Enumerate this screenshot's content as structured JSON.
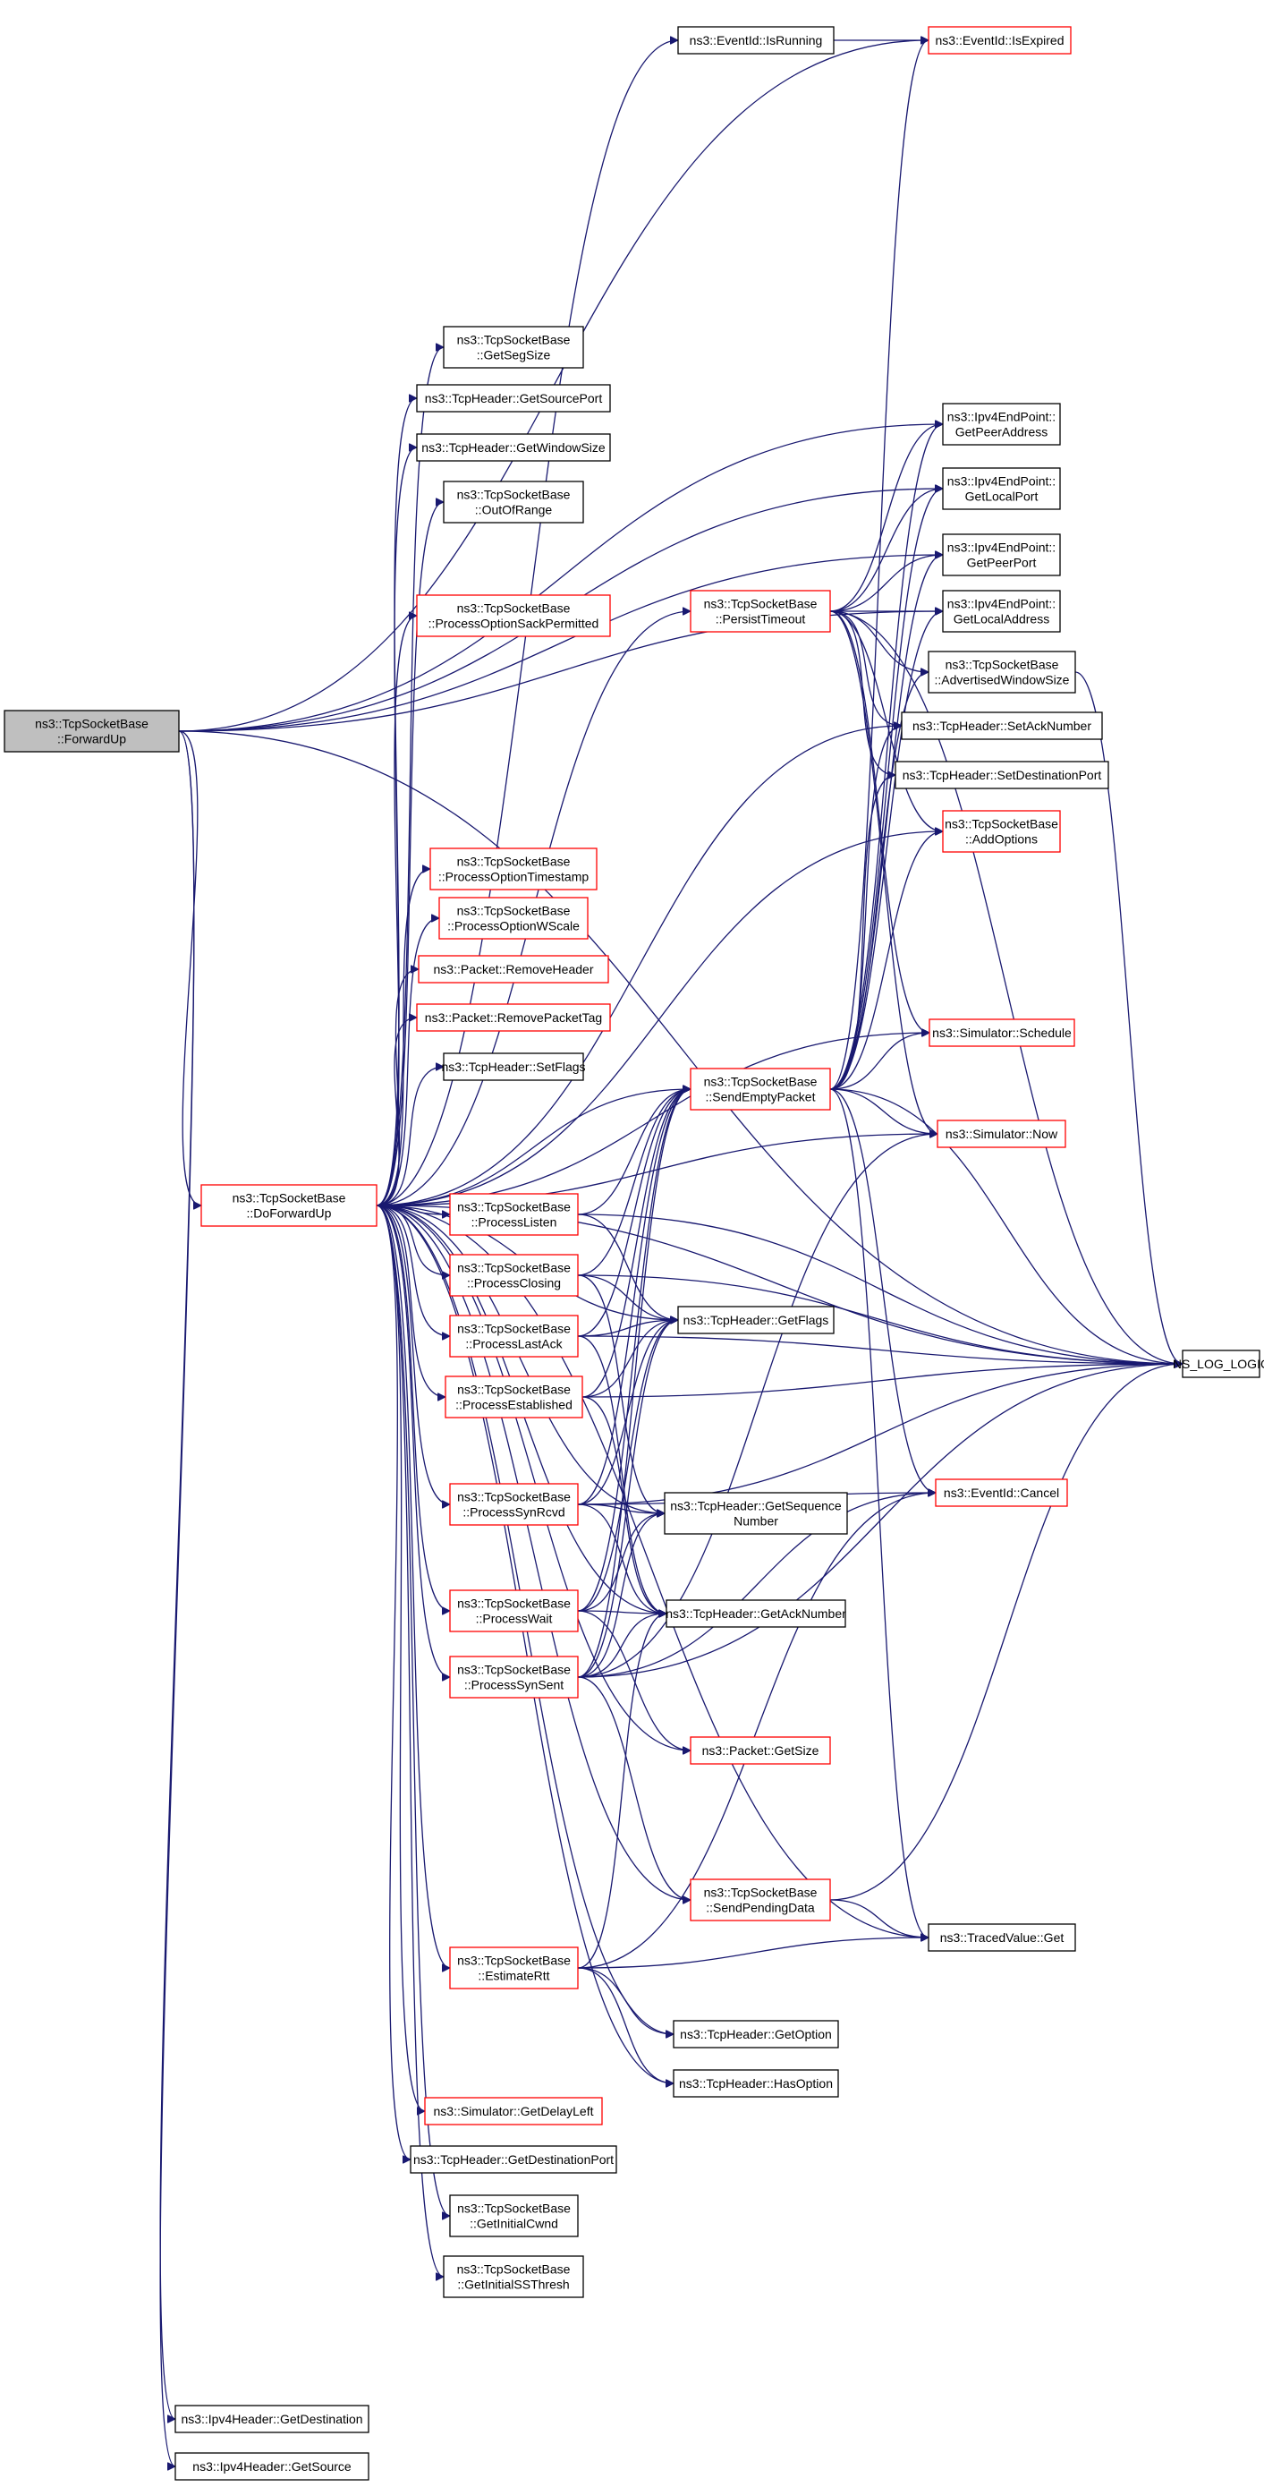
{
  "colors": {
    "edge": "#191970",
    "black_border": "#000000",
    "red_border": "#ff0000",
    "root_fill": "#bfbfbf"
  },
  "nodes": [
    {
      "id": "forwardup",
      "lines": [
        "ns3::TcpSocketBase",
        "::ForwardUp"
      ],
      "style": "root"
    },
    {
      "id": "doforwardup",
      "lines": [
        "ns3::TcpSocketBase",
        "::DoForwardUp"
      ],
      "style": "red"
    },
    {
      "id": "ipv4getdest",
      "lines": [
        "ns3::Ipv4Header::GetDestination"
      ],
      "style": "black"
    },
    {
      "id": "ipv4getsource",
      "lines": [
        "ns3::Ipv4Header::GetSource"
      ],
      "style": "black"
    },
    {
      "id": "isrunning",
      "lines": [
        "ns3::EventId::IsRunning"
      ],
      "style": "black"
    },
    {
      "id": "isexpired",
      "lines": [
        "ns3::EventId::IsExpired"
      ],
      "style": "red"
    },
    {
      "id": "getsegsize",
      "lines": [
        "ns3::TcpSocketBase",
        "::GetSegSize"
      ],
      "style": "black"
    },
    {
      "id": "getsourceport",
      "lines": [
        "ns3::TcpHeader::GetSourcePort"
      ],
      "style": "black"
    },
    {
      "id": "getwindowsize",
      "lines": [
        "ns3::TcpHeader::GetWindowSize"
      ],
      "style": "black"
    },
    {
      "id": "outofrange",
      "lines": [
        "ns3::TcpSocketBase",
        "::OutOfRange"
      ],
      "style": "black"
    },
    {
      "id": "sackpermitted",
      "lines": [
        "ns3::TcpSocketBase",
        "::ProcessOptionSackPermitted"
      ],
      "style": "red"
    },
    {
      "id": "persisttimeout",
      "lines": [
        "ns3::TcpSocketBase",
        "::PersistTimeout"
      ],
      "style": "red"
    },
    {
      "id": "getpeeraddress",
      "lines": [
        "ns3::Ipv4EndPoint::",
        "GetPeerAddress"
      ],
      "style": "black"
    },
    {
      "id": "getlocalport",
      "lines": [
        "ns3::Ipv4EndPoint::",
        "GetLocalPort"
      ],
      "style": "black"
    },
    {
      "id": "getpeerport",
      "lines": [
        "ns3::Ipv4EndPoint::",
        "GetPeerPort"
      ],
      "style": "black"
    },
    {
      "id": "getlocaladdress",
      "lines": [
        "ns3::Ipv4EndPoint::",
        "GetLocalAddress"
      ],
      "style": "black"
    },
    {
      "id": "advwindowsize",
      "lines": [
        "ns3::TcpSocketBase",
        "::AdvertisedWindowSize"
      ],
      "style": "black"
    },
    {
      "id": "setacknumber",
      "lines": [
        "ns3::TcpHeader::SetAckNumber"
      ],
      "style": "black"
    },
    {
      "id": "setdestport",
      "lines": [
        "ns3::TcpHeader::SetDestinationPort"
      ],
      "style": "black"
    },
    {
      "id": "addoptions",
      "lines": [
        "ns3::TcpSocketBase",
        "::AddOptions"
      ],
      "style": "red"
    },
    {
      "id": "optiontimestamp",
      "lines": [
        "ns3::TcpSocketBase",
        "::ProcessOptionTimestamp"
      ],
      "style": "red"
    },
    {
      "id": "optionwscale",
      "lines": [
        "ns3::TcpSocketBase",
        "::ProcessOptionWScale"
      ],
      "style": "red"
    },
    {
      "id": "removeheader",
      "lines": [
        "ns3::Packet::RemoveHeader"
      ],
      "style": "red"
    },
    {
      "id": "removepackettag",
      "lines": [
        "ns3::Packet::RemovePacketTag"
      ],
      "style": "red"
    },
    {
      "id": "setflags",
      "lines": [
        "ns3::TcpHeader::SetFlags"
      ],
      "style": "black"
    },
    {
      "id": "schedule",
      "lines": [
        "ns3::Simulator::Schedule"
      ],
      "style": "red"
    },
    {
      "id": "sendemptypacket",
      "lines": [
        "ns3::TcpSocketBase",
        "::SendEmptyPacket"
      ],
      "style": "red"
    },
    {
      "id": "now",
      "lines": [
        "ns3::Simulator::Now"
      ],
      "style": "red"
    },
    {
      "id": "processlisten",
      "lines": [
        "ns3::TcpSocketBase",
        "::ProcessListen"
      ],
      "style": "red"
    },
    {
      "id": "processclosing",
      "lines": [
        "ns3::TcpSocketBase",
        "::ProcessClosing"
      ],
      "style": "red"
    },
    {
      "id": "getflags",
      "lines": [
        "ns3::TcpHeader::GetFlags"
      ],
      "style": "black"
    },
    {
      "id": "processlastack",
      "lines": [
        "ns3::TcpSocketBase",
        "::ProcessLastAck"
      ],
      "style": "red"
    },
    {
      "id": "nslog",
      "lines": [
        "NS_LOG_LOGIC"
      ],
      "style": "black"
    },
    {
      "id": "processestablished",
      "lines": [
        "ns3::TcpSocketBase",
        "::ProcessEstablished"
      ],
      "style": "red"
    },
    {
      "id": "processsynrcvd",
      "lines": [
        "ns3::TcpSocketBase",
        "::ProcessSynRcvd"
      ],
      "style": "red"
    },
    {
      "id": "getsequence",
      "lines": [
        "ns3::TcpHeader::GetSequence",
        "Number"
      ],
      "style": "black"
    },
    {
      "id": "cancel",
      "lines": [
        "ns3::EventId::Cancel"
      ],
      "style": "red"
    },
    {
      "id": "processwait",
      "lines": [
        "ns3::TcpSocketBase",
        "::ProcessWait"
      ],
      "style": "red"
    },
    {
      "id": "getacknumber",
      "lines": [
        "ns3::TcpHeader::GetAckNumber"
      ],
      "style": "black"
    },
    {
      "id": "processsynsent",
      "lines": [
        "ns3::TcpSocketBase",
        "::ProcessSynSent"
      ],
      "style": "red"
    },
    {
      "id": "getsize",
      "lines": [
        "ns3::Packet::GetSize"
      ],
      "style": "red"
    },
    {
      "id": "sendpendingdata",
      "lines": [
        "ns3::TcpSocketBase",
        "::SendPendingData"
      ],
      "style": "red"
    },
    {
      "id": "tracedvalueget",
      "lines": [
        "ns3::TracedValue::Get"
      ],
      "style": "black"
    },
    {
      "id": "estimatertt",
      "lines": [
        "ns3::TcpSocketBase",
        "::EstimateRtt"
      ],
      "style": "red"
    },
    {
      "id": "getoption",
      "lines": [
        "ns3::TcpHeader::GetOption"
      ],
      "style": "black"
    },
    {
      "id": "hasoption",
      "lines": [
        "ns3::TcpHeader::HasOption"
      ],
      "style": "black"
    },
    {
      "id": "getdelayleft",
      "lines": [
        "ns3::Simulator::GetDelayLeft"
      ],
      "style": "red"
    },
    {
      "id": "tcpgetdestport",
      "lines": [
        "ns3::TcpHeader::GetDestinationPort"
      ],
      "style": "black"
    },
    {
      "id": "getinitialcwnd",
      "lines": [
        "ns3::TcpSocketBase",
        "::GetInitialCwnd"
      ],
      "style": "black"
    },
    {
      "id": "getinitialssthresh",
      "lines": [
        "ns3::TcpSocketBase",
        "::GetInitialSSThresh"
      ],
      "style": "black"
    }
  ],
  "edges": [
    [
      "forwardup",
      "doforwardup"
    ],
    [
      "forwardup",
      "ipv4getdest"
    ],
    [
      "forwardup",
      "ipv4getsource"
    ],
    [
      "forwardup",
      "isexpired"
    ],
    [
      "forwardup",
      "getpeeraddress"
    ],
    [
      "forwardup",
      "getlocalport"
    ],
    [
      "forwardup",
      "getpeerport"
    ],
    [
      "forwardup",
      "getlocaladdress"
    ],
    [
      "forwardup",
      "nslog"
    ],
    [
      "doforwardup",
      "isrunning"
    ],
    [
      "doforwardup",
      "getsegsize"
    ],
    [
      "doforwardup",
      "getsourceport"
    ],
    [
      "doforwardup",
      "getwindowsize"
    ],
    [
      "doforwardup",
      "outofrange"
    ],
    [
      "doforwardup",
      "sackpermitted"
    ],
    [
      "doforwardup",
      "persisttimeout"
    ],
    [
      "doforwardup",
      "setacknumber"
    ],
    [
      "doforwardup",
      "addoptions"
    ],
    [
      "doforwardup",
      "optiontimestamp"
    ],
    [
      "doforwardup",
      "optionwscale"
    ],
    [
      "doforwardup",
      "removeheader"
    ],
    [
      "doforwardup",
      "removepackettag"
    ],
    [
      "doforwardup",
      "setflags"
    ],
    [
      "doforwardup",
      "schedule"
    ],
    [
      "doforwardup",
      "sendemptypacket"
    ],
    [
      "doforwardup",
      "now"
    ],
    [
      "doforwardup",
      "processlisten"
    ],
    [
      "doforwardup",
      "processclosing"
    ],
    [
      "doforwardup",
      "processlastack"
    ],
    [
      "doforwardup",
      "processestablished"
    ],
    [
      "doforwardup",
      "processsynrcvd"
    ],
    [
      "doforwardup",
      "processwait"
    ],
    [
      "doforwardup",
      "processsynsent"
    ],
    [
      "doforwardup",
      "getflags"
    ],
    [
      "doforwardup",
      "getacknumber"
    ],
    [
      "doforwardup",
      "getsize"
    ],
    [
      "doforwardup",
      "sendpendingdata"
    ],
    [
      "doforwardup",
      "tracedvalueget"
    ],
    [
      "doforwardup",
      "estimatertt"
    ],
    [
      "doforwardup",
      "getoption"
    ],
    [
      "doforwardup",
      "hasoption"
    ],
    [
      "doforwardup",
      "getdelayleft"
    ],
    [
      "doforwardup",
      "tcpgetdestport"
    ],
    [
      "doforwardup",
      "getinitialcwnd"
    ],
    [
      "doforwardup",
      "getinitialssthresh"
    ],
    [
      "doforwardup",
      "nslog"
    ],
    [
      "doforwardup",
      "getsequence"
    ],
    [
      "isrunning",
      "isexpired"
    ],
    [
      "persisttimeout",
      "getpeeraddress"
    ],
    [
      "persisttimeout",
      "getlocalport"
    ],
    [
      "persisttimeout",
      "getpeerport"
    ],
    [
      "persisttimeout",
      "getlocaladdress"
    ],
    [
      "persisttimeout",
      "advwindowsize"
    ],
    [
      "persisttimeout",
      "setacknumber"
    ],
    [
      "persisttimeout",
      "setdestport"
    ],
    [
      "persisttimeout",
      "addoptions"
    ],
    [
      "persisttimeout",
      "schedule"
    ],
    [
      "persisttimeout",
      "now"
    ],
    [
      "persisttimeout",
      "nslog"
    ],
    [
      "sendemptypacket",
      "isexpired"
    ],
    [
      "sendemptypacket",
      "getpeeraddress"
    ],
    [
      "sendemptypacket",
      "getlocalport"
    ],
    [
      "sendemptypacket",
      "getpeerport"
    ],
    [
      "sendemptypacket",
      "getlocaladdress"
    ],
    [
      "sendemptypacket",
      "advwindowsize"
    ],
    [
      "sendemptypacket",
      "setacknumber"
    ],
    [
      "sendemptypacket",
      "setdestport"
    ],
    [
      "sendemptypacket",
      "addoptions"
    ],
    [
      "sendemptypacket",
      "schedule"
    ],
    [
      "sendemptypacket",
      "now"
    ],
    [
      "sendemptypacket",
      "nslog"
    ],
    [
      "sendemptypacket",
      "cancel"
    ],
    [
      "sendemptypacket",
      "tracedvalueget"
    ],
    [
      "processlisten",
      "nslog"
    ],
    [
      "processlisten",
      "getflags"
    ],
    [
      "processlisten",
      "sendemptypacket"
    ],
    [
      "processclosing",
      "nslog"
    ],
    [
      "processclosing",
      "getflags"
    ],
    [
      "processclosing",
      "getsequence"
    ],
    [
      "processclosing",
      "sendemptypacket"
    ],
    [
      "processlastack",
      "nslog"
    ],
    [
      "processlastack",
      "getflags"
    ],
    [
      "processlastack",
      "getacknumber"
    ],
    [
      "processlastack",
      "sendemptypacket"
    ],
    [
      "processestablished",
      "nslog"
    ],
    [
      "processestablished",
      "getflags"
    ],
    [
      "processestablished",
      "getacknumber"
    ],
    [
      "processestablished",
      "sendemptypacket"
    ],
    [
      "processsynrcvd",
      "nslog"
    ],
    [
      "processsynrcvd",
      "getflags"
    ],
    [
      "processsynrcvd",
      "getsequence"
    ],
    [
      "processsynrcvd",
      "getacknumber"
    ],
    [
      "processsynrcvd",
      "cancel"
    ],
    [
      "processsynrcvd",
      "sendemptypacket"
    ],
    [
      "processwait",
      "getflags"
    ],
    [
      "processwait",
      "getsequence"
    ],
    [
      "processwait",
      "getacknumber"
    ],
    [
      "processwait",
      "getsize"
    ],
    [
      "processwait",
      "sendemptypacket"
    ],
    [
      "processsynsent",
      "nslog"
    ],
    [
      "processsynsent",
      "getflags"
    ],
    [
      "processsynsent",
      "getsequence"
    ],
    [
      "processsynsent",
      "getacknumber"
    ],
    [
      "processsynsent",
      "cancel"
    ],
    [
      "processsynsent",
      "now"
    ],
    [
      "processsynsent",
      "sendpendingdata"
    ],
    [
      "processsynsent",
      "sendemptypacket"
    ],
    [
      "sendpendingdata",
      "nslog"
    ],
    [
      "sendpendingdata",
      "tracedvalueget"
    ],
    [
      "estimatertt",
      "getoption"
    ],
    [
      "estimatertt",
      "hasoption"
    ],
    [
      "estimatertt",
      "tracedvalueget"
    ],
    [
      "estimatertt",
      "getacknumber"
    ],
    [
      "estimatertt",
      "cancel"
    ],
    [
      "advwindowsize",
      "nslog"
    ]
  ]
}
